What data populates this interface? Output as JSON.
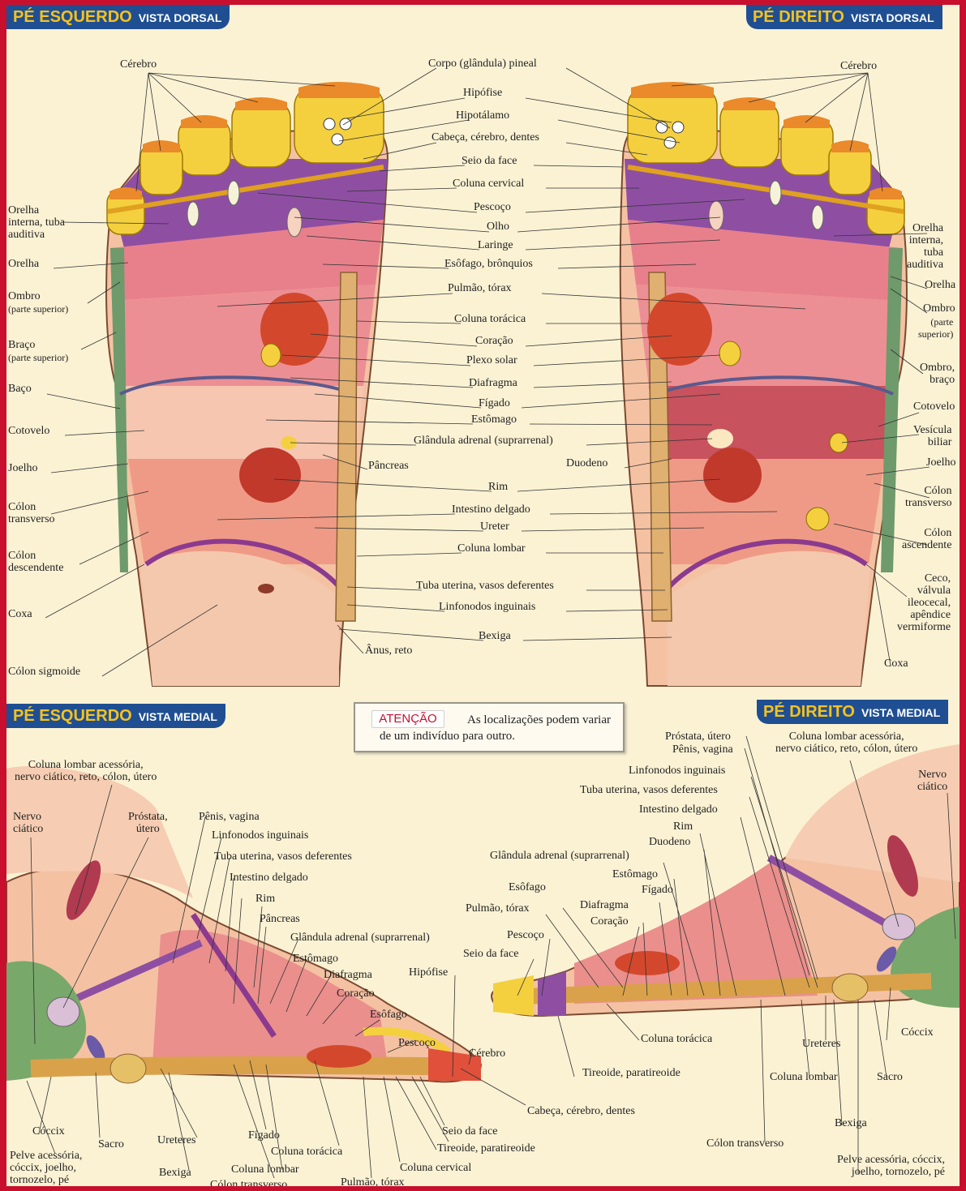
{
  "panels": {
    "dorsal_left": {
      "title": "PÉ ESQUERDO",
      "view": "VISTA DORSAL",
      "left_labels": [
        "Cérebro",
        "Orelha\ninterna, tuba\nauditiva",
        "Orelha",
        "Ombro",
        "(parte superior)",
        "Braço",
        "(parte superior)",
        "Baço",
        "Cotovelo",
        "Joelho",
        "Cólon\ntransverso",
        "Cólon\ndescendente",
        "Coxa",
        "Cólon sigmoide"
      ],
      "right_labels": [
        "Pâncreas",
        "Ânus, reto"
      ]
    },
    "center_labels": [
      "Corpo (glândula) pineal",
      "Hipófise",
      "Hipotálamo",
      "Cabeça, cérebro, dentes",
      "Seio da face",
      "Coluna cervical",
      "Pescoço",
      "Olho",
      "Laringe",
      "Esôfago, brônquios",
      "Pulmão, tórax",
      "Coluna torácica",
      "Coração",
      "Plexo solar",
      "Diafragma",
      "Fígado",
      "Estômago",
      "Glândula adrenal (suprarrenal)",
      "Rim",
      "Intestino delgado",
      "Ureter",
      "Coluna lombar",
      "Tuba uterina, vasos deferentes",
      "Linfonodos inguinais",
      "Bexiga"
    ],
    "dorsal_right": {
      "title": "PÉ DIREITO",
      "view": "VISTA DORSAL",
      "labels": [
        "Cérebro",
        "Orelha\ninterna,\ntuba\nauditiva",
        "Orelha",
        "Ombro",
        "(parte\nsuperior)",
        "Ombro,\nbraço",
        "Cotovelo",
        "Vesícula\nbiliar",
        "Joelho",
        "Cólon\ntransverso",
        "Cólon\nascendente",
        "Ceco,\nválvula\nileocecal,\napêndice\nvermiforme",
        "Coxa",
        "Duodeno"
      ]
    },
    "medial_left": {
      "title": "PÉ ESQUERDO",
      "view": "VISTA MEDIAL",
      "labels": [
        "Coluna lombar acessória,\nnervo ciático, reto, cólon, útero",
        "Nervo\nciático",
        "Próstata,\nútero",
        "Pênis, vagina",
        "Linfonodos inguinais",
        "Tuba uterina, vasos deferentes",
        "Intestino delgado",
        "Rim",
        "Pâncreas",
        "Glândula adrenal (suprarrenal)",
        "Estômago",
        "Diafragma",
        "Coração",
        "Esôfago",
        "Pescoço",
        "Hipófise",
        "Cérebro",
        "Cóccix",
        "Sacro",
        "Pelve acessória,\ncóccix, joelho,\ntornozelo, pé",
        "Ureteres",
        "Bexiga",
        "Fígado",
        "Coluna torácica",
        "Coluna lombar",
        "Cólon transverso",
        "Pulmão, tórax",
        "Coluna cervical",
        "Cabeça, cérebro, dentes",
        "Seio da face",
        "Tireoide, paratireoide"
      ]
    },
    "medial_right": {
      "title": "PÉ DIREITO",
      "view": "VISTA MEDIAL",
      "labels": [
        "Próstata, útero",
        "Pênis, vagina",
        "Coluna lombar acessória,\nnervo ciático, reto, cólon, útero",
        "Nervo\nciático",
        "Linfonodos inguinais",
        "Tuba uterina, vasos deferentes",
        "Intestino delgado",
        "Rim",
        "Duodeno",
        "Glândula adrenal (suprarrenal)",
        "Estômago",
        "Esôfago",
        "Fígado",
        "Pulmão, tórax",
        "Diafragma",
        "Coração",
        "Pescoço",
        "Seio da face",
        "Coluna torácica",
        "Ureteres",
        "Cóccix",
        "Tireoide, paratireoide",
        "Coluna lombar",
        "Sacro",
        "Bexiga",
        "Cólon transverso",
        "Pelve acessória, cóccix,\njoelho, tornozelo, pé"
      ]
    }
  },
  "attention": {
    "tag": "ATENÇÃO",
    "text": "As localizações podem variar de um indivíduo para outro."
  },
  "colors": {
    "frame": "#c8102e",
    "title_bg": "#1f4f92",
    "title_main": "#f6c21c",
    "title_sub": "#ffffff",
    "attention_tag": "#c8102e"
  }
}
